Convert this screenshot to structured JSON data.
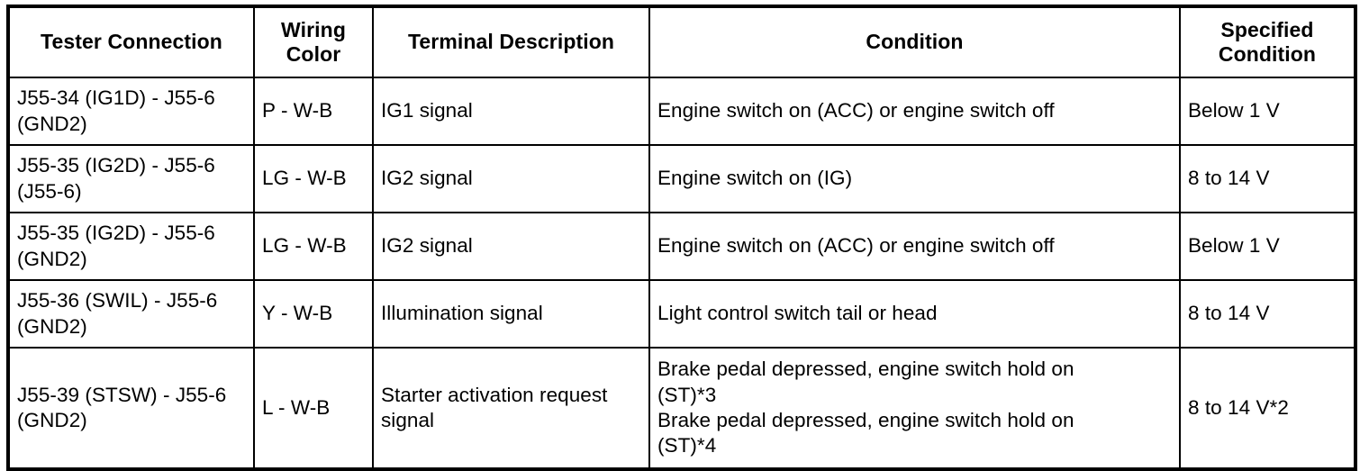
{
  "table": {
    "columns": [
      {
        "key": "tester_connection",
        "label": "Tester Connection"
      },
      {
        "key": "wiring_color",
        "label": "Wiring\nColor"
      },
      {
        "key": "terminal_description",
        "label": "Terminal Description"
      },
      {
        "key": "condition",
        "label": "Condition"
      },
      {
        "key": "specified_condition",
        "label": "Specified\nCondition"
      }
    ],
    "rows": [
      {
        "tester_connection": "J55-34 (IG1D) - J55-6\n(GND2)",
        "wiring_color": "P - W-B",
        "terminal_description": "IG1 signal",
        "condition": "Engine switch on (ACC) or engine switch off",
        "specified_condition": "Below 1 V"
      },
      {
        "tester_connection": "J55-35 (IG2D) - J55-6\n(J55-6)",
        "wiring_color": "LG - W-B",
        "terminal_description": "IG2 signal",
        "condition": "Engine switch on (IG)",
        "specified_condition": "8 to 14 V"
      },
      {
        "tester_connection": "J55-35 (IG2D) - J55-6\n(GND2)",
        "wiring_color": "LG - W-B",
        "terminal_description": "IG2 signal",
        "condition": "Engine switch on (ACC) or engine switch off",
        "specified_condition": "Below 1 V"
      },
      {
        "tester_connection": "J55-36 (SWIL) - J55-6\n(GND2)",
        "wiring_color": "Y - W-B",
        "terminal_description": "Illumination signal",
        "condition": "Light control switch tail or head",
        "specified_condition": "8 to 14 V"
      },
      {
        "tester_connection": "J55-39 (STSW) - J55-6\n(GND2)",
        "wiring_color": "L - W-B",
        "terminal_description": "Starter activation request\nsignal",
        "condition": "Brake pedal depressed, engine switch hold on\n(ST)*3\nBrake pedal depressed, engine switch hold on\n(ST)*4",
        "specified_condition": "8 to 14 V*2"
      }
    ]
  },
  "colors": {
    "rule": "#000000",
    "text": "#000000",
    "background": "#ffffff"
  }
}
